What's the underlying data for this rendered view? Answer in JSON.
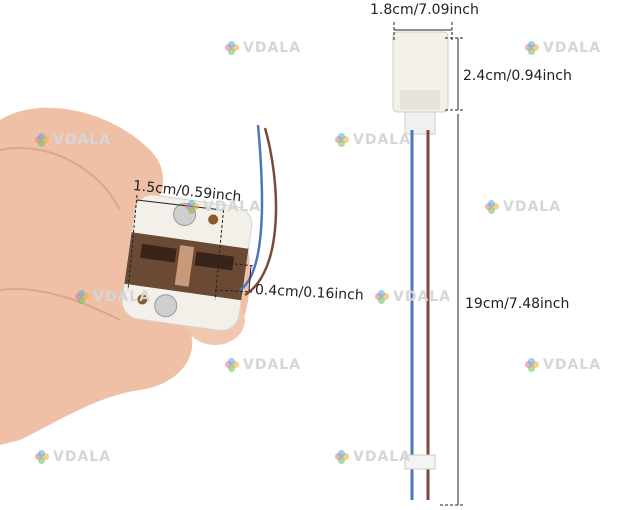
{
  "watermark": "VDALA",
  "dimensions": {
    "connector_width": "1.8cm/7.09inch",
    "connector_height": "2.4cm/0.94inch",
    "socket_width": "1.5cm/0.59inch",
    "socket_depth": "0.4cm/0.16inch",
    "wire_length": "19cm/7.48inch"
  },
  "colors": {
    "wire_blue": "#4a78b8",
    "wire_brown": "#7a4a3a",
    "skin": "#efbfa6",
    "ceramic": "#f3f0ea"
  }
}
